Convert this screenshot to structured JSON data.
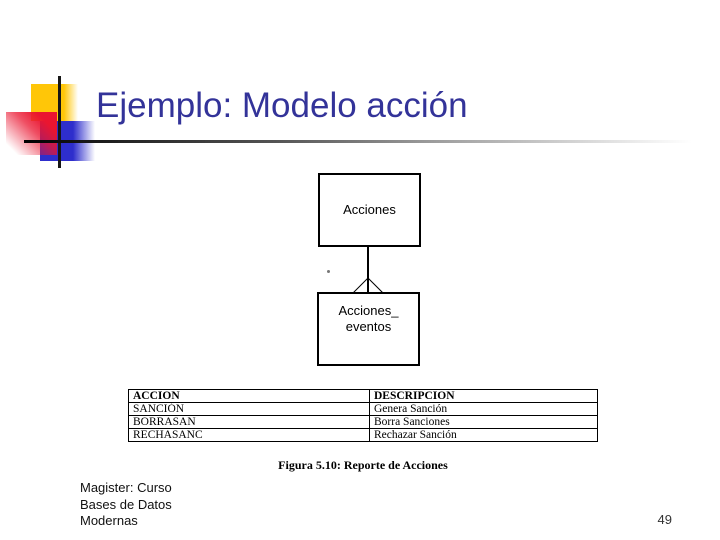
{
  "slide": {
    "title": "Ejemplo: Modelo acción",
    "page_number": "49",
    "footer_lines": [
      "Magister: Curso",
      "Bases de Datos",
      "Modernas"
    ]
  },
  "colors": {
    "title_text": "#333399",
    "accent_yellow": "#ffc608",
    "accent_red": "#ea1530",
    "accent_blue": "#2e2ecc",
    "line_black": "#161616"
  },
  "diagram": {
    "top_box_label": "Acciones",
    "bottom_box_line1": "Acciones_",
    "bottom_box_line2": "eventos",
    "connector_type": "crow-foot"
  },
  "table": {
    "headers": [
      "ACCION",
      "DESCRIPCION"
    ],
    "rows": [
      [
        "SANCIÓN",
        "Genera Sanción"
      ],
      [
        "BORRASAN",
        "Borra Sanciones"
      ],
      [
        "RECHASANC",
        "Rechazar Sanción"
      ]
    ],
    "caption": "Figura 5.10: Reporte de Acciones"
  }
}
